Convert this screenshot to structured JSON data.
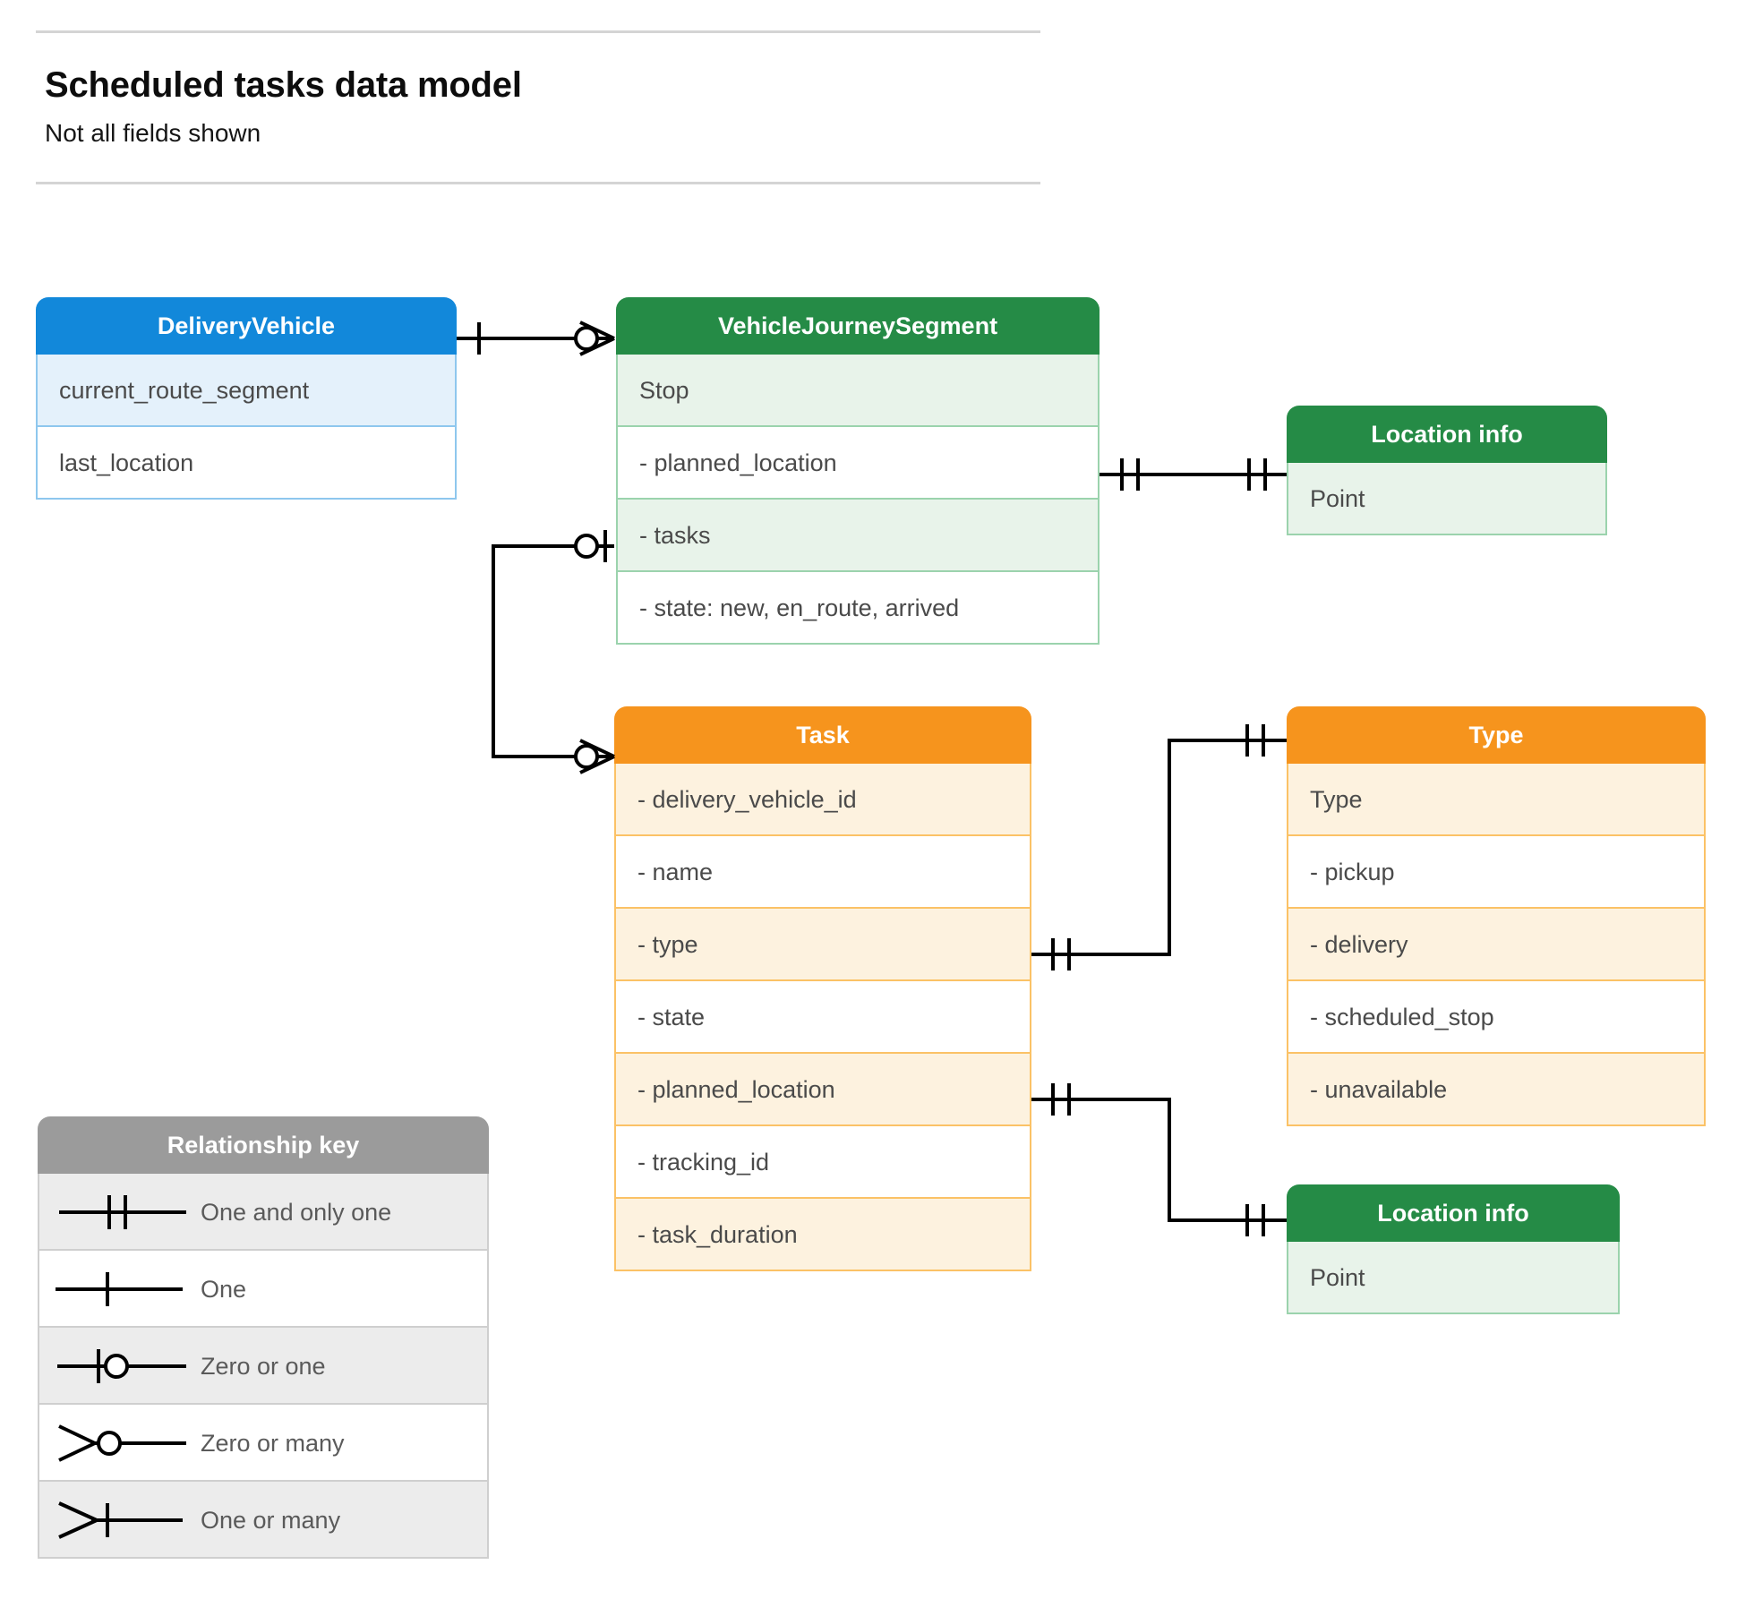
{
  "header": {
    "title": "Scheduled tasks data model",
    "subtitle": "Not all fields shown"
  },
  "colors": {
    "blue_header": "#1288da",
    "blue_row": "#e4f1fb",
    "blue_border": "#8ec7ee",
    "green_header": "#258b46",
    "green_row": "#e8f3ea",
    "green_border": "#9bd3ad",
    "orange_header": "#f6941d",
    "orange_row": "#fdf2df",
    "orange_border": "#fbc266",
    "grey_header": "#9b9b9b",
    "grey_row": "#ececec",
    "grey_border": "#cfcfcf",
    "line": "#000000",
    "text": "#4a4a4a"
  },
  "entities": {
    "delivery_vehicle": {
      "title": "DeliveryVehicle",
      "rows": [
        "current_route_segment",
        "last_location"
      ]
    },
    "vehicle_journey_segment": {
      "title": "VehicleJourneySegment",
      "rows": [
        "Stop",
        "-  planned_location",
        "- tasks",
        "- state: new, en_route, arrived"
      ]
    },
    "location_info_top": {
      "title": "Location info",
      "rows": [
        "Point"
      ]
    },
    "location_info_bottom": {
      "title": "Location info",
      "rows": [
        "Point"
      ]
    },
    "task": {
      "title": "Task",
      "rows": [
        "- delivery_vehicle_id",
        "- name",
        "- type",
        "- state",
        "- planned_location",
        "- tracking_id",
        "- task_duration"
      ]
    },
    "type": {
      "title": "Type",
      "rows": [
        "Type",
        "-   pickup",
        "-   delivery",
        "-   scheduled_stop",
        "-   unavailable"
      ]
    }
  },
  "relationship_key": {
    "title": "Relationship key",
    "items": [
      {
        "symbol": "one-and-only-one",
        "label": "One and only one"
      },
      {
        "symbol": "one",
        "label": "One"
      },
      {
        "symbol": "zero-or-one",
        "label": "Zero or one"
      },
      {
        "symbol": "zero-or-many",
        "label": "Zero or many"
      },
      {
        "symbol": "one-or-many",
        "label": "One or many"
      }
    ]
  },
  "relationships": [
    {
      "from": "delivery-vehicle",
      "from_symbol": "one",
      "to": "vehicle-journey-segment",
      "to_symbol": "zero-or-many"
    },
    {
      "from": "vehicle-journey-segment.tasks",
      "from_symbol": "zero-or-one",
      "to": "task",
      "to_symbol": "zero-or-many"
    },
    {
      "from": "vehicle-journey-segment.planned_location",
      "from_symbol": "one-and-only-one",
      "to": "location-info-top",
      "to_symbol": "one-and-only-one"
    },
    {
      "from": "task.type",
      "from_symbol": "one-and-only-one",
      "to": "type",
      "to_symbol": "one-and-only-one"
    },
    {
      "from": "task.planned_location",
      "from_symbol": "one-and-only-one",
      "to": "location-info-bottom",
      "to_symbol": "one-and-only-one"
    }
  ]
}
